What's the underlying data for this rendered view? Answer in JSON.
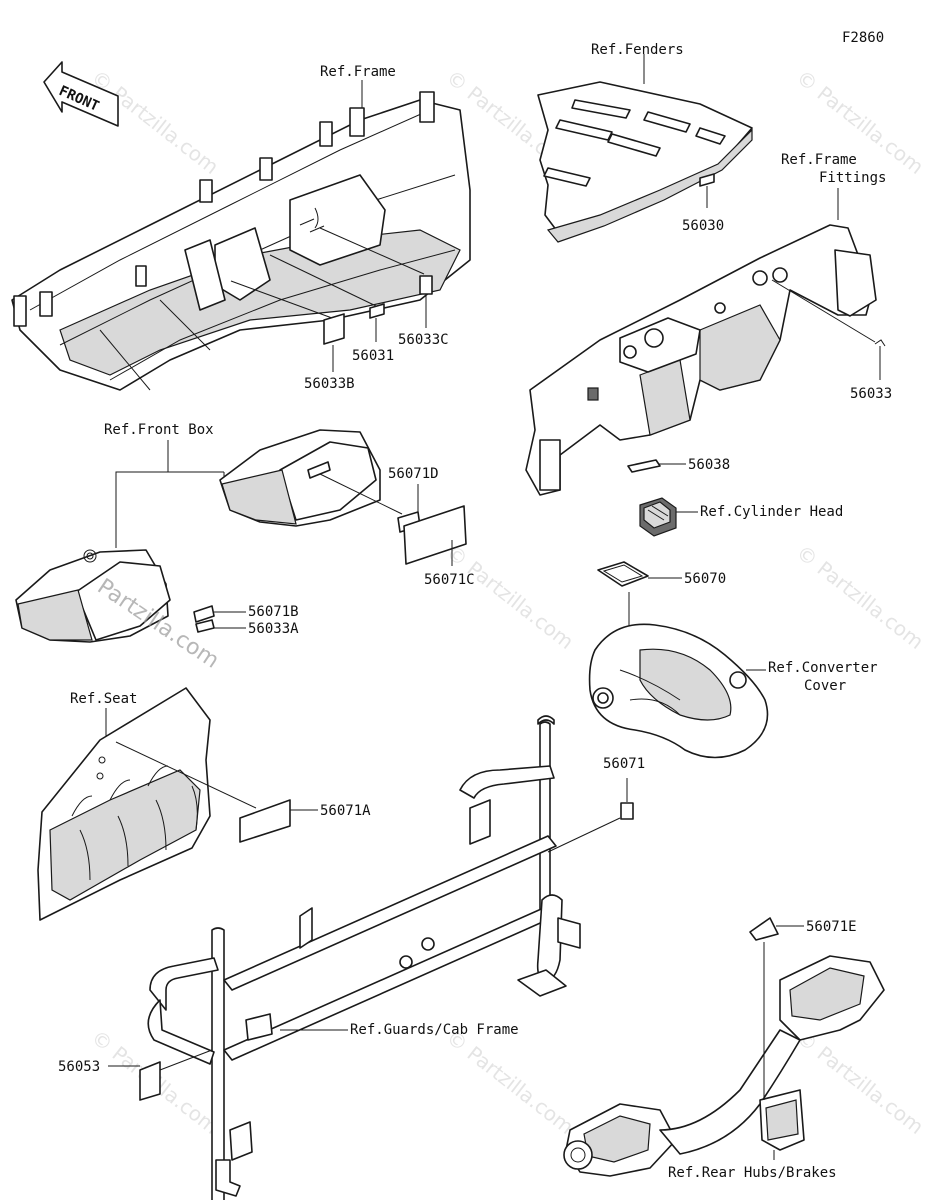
{
  "figure_code": "F2860",
  "front_arrow": "FRONT",
  "watermark": "© Partzilla.com",
  "watermark_big": "Partzilla.com",
  "refs": {
    "frame": "Ref.Frame",
    "fenders": "Ref.Fenders",
    "frame_fittings_1": "Ref.Frame",
    "frame_fittings_2": "Fittings",
    "front_box": "Ref.Front Box",
    "cylinder_head": "Ref.Cylinder Head",
    "converter_cover_1": "Ref.Converter",
    "converter_cover_2": "Cover",
    "seat": "Ref.Seat",
    "guards": "Ref.Guards/Cab Frame",
    "rear_hubs": "Ref.Rear Hubs/Brakes"
  },
  "parts": {
    "p56030": "56030",
    "p56033C": "56033C",
    "p56031": "56031",
    "p56033B": "56033B",
    "p56033": "56033",
    "p56038": "56038",
    "p56071D": "56071D",
    "p56071C": "56071C",
    "p56071B": "56071B",
    "p56033A": "56033A",
    "p56070": "56070",
    "p56071": "56071",
    "p56071A": "56071A",
    "p56071E": "56071E",
    "p56053": "56053"
  }
}
